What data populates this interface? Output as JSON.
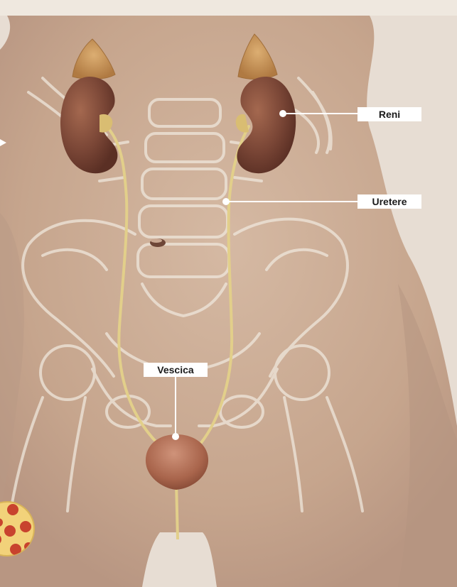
{
  "labels": {
    "kidneys": "Reni",
    "ureter": "Uretere",
    "bladder": "Vescica"
  },
  "colors": {
    "background": "#e7ddd3",
    "skin": "#c9a890",
    "kidney": "#7a4636",
    "adrenal": "#c8945a",
    "ureter": "#e2cf8a",
    "bladder": "#b7775e",
    "bone_outline": "#efe7dc",
    "pointer_line": "#ffffff",
    "label_background": "#ffffff",
    "blood_cell": "#c8432e"
  },
  "icons": {
    "marker": "pointer-dot-icon",
    "arrow": "left-arrow-icon"
  }
}
